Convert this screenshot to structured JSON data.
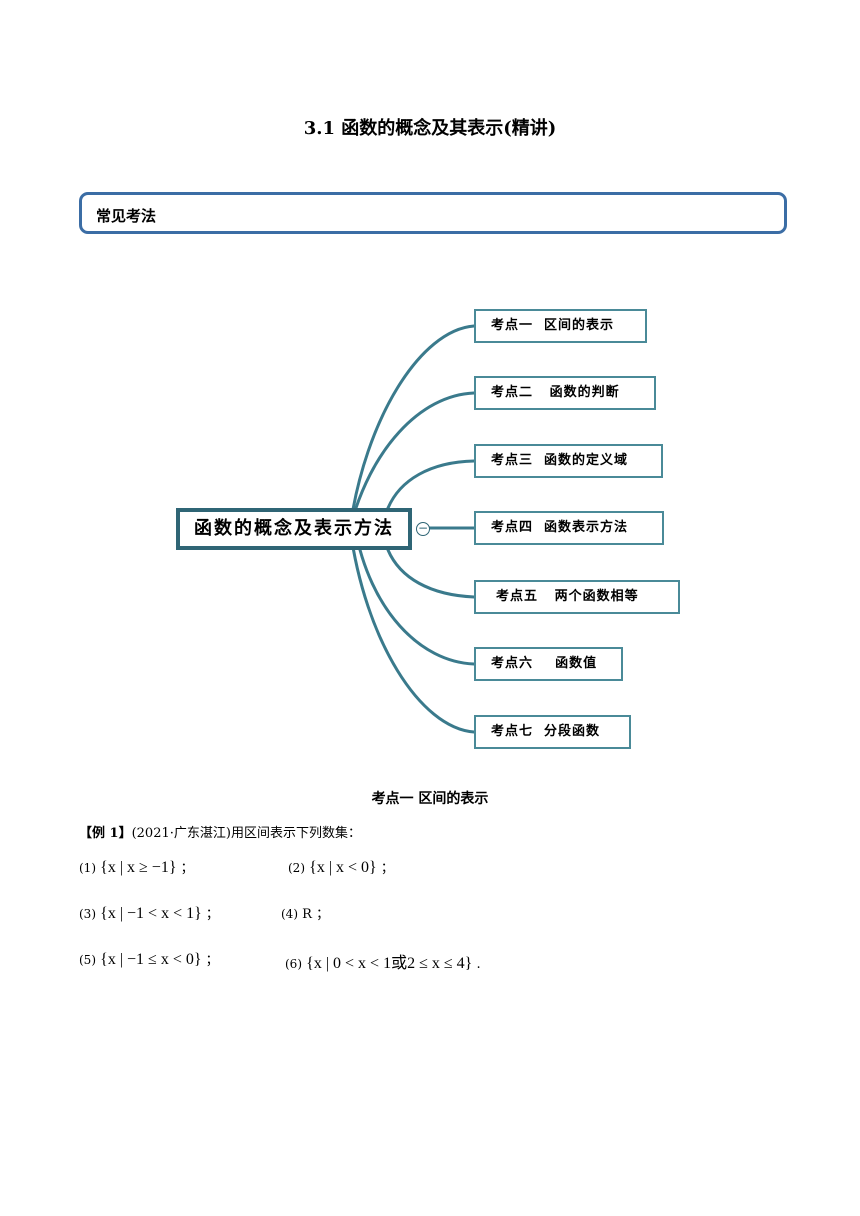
{
  "document": {
    "title": "3.1  函数的概念及其表示(精讲)",
    "section_heading": "常见考法"
  },
  "mindmap": {
    "center": "函数的概念及表示方法",
    "collapse_symbol": "−",
    "topics": [
      "考点一  区间的表示",
      "考点二   函数的判断",
      "考点三  函数的定义域",
      "考点四  函数表示方法",
      "考点五   两个函数相等",
      "考点六    函数值",
      "考点七  分段函数"
    ],
    "line_color": "#3a7a8c"
  },
  "kaodian1": {
    "heading": "考点一  区间的表示",
    "example_label": "【例 1】",
    "example_source": "(2021·广东湛江)",
    "example_text": "用区间表示下列数集：",
    "items": [
      {
        "num": "(1)",
        "expr": "{x | x ≥ −1}",
        "end": "；"
      },
      {
        "num": "(2)",
        "expr": "{x | x < 0}",
        "end": "；"
      },
      {
        "num": "(3)",
        "expr": "{x | −1 < x < 1}",
        "end": "；"
      },
      {
        "num": "(4)",
        "expr": "R",
        "end": "；"
      },
      {
        "num": "(5)",
        "expr": "{x | −1 ≤ x < 0}",
        "end": "；"
      },
      {
        "num": "(6)",
        "expr": "{x | 0 < x < 1或2 ≤ x ≤ 4}",
        "end": "."
      }
    ]
  }
}
